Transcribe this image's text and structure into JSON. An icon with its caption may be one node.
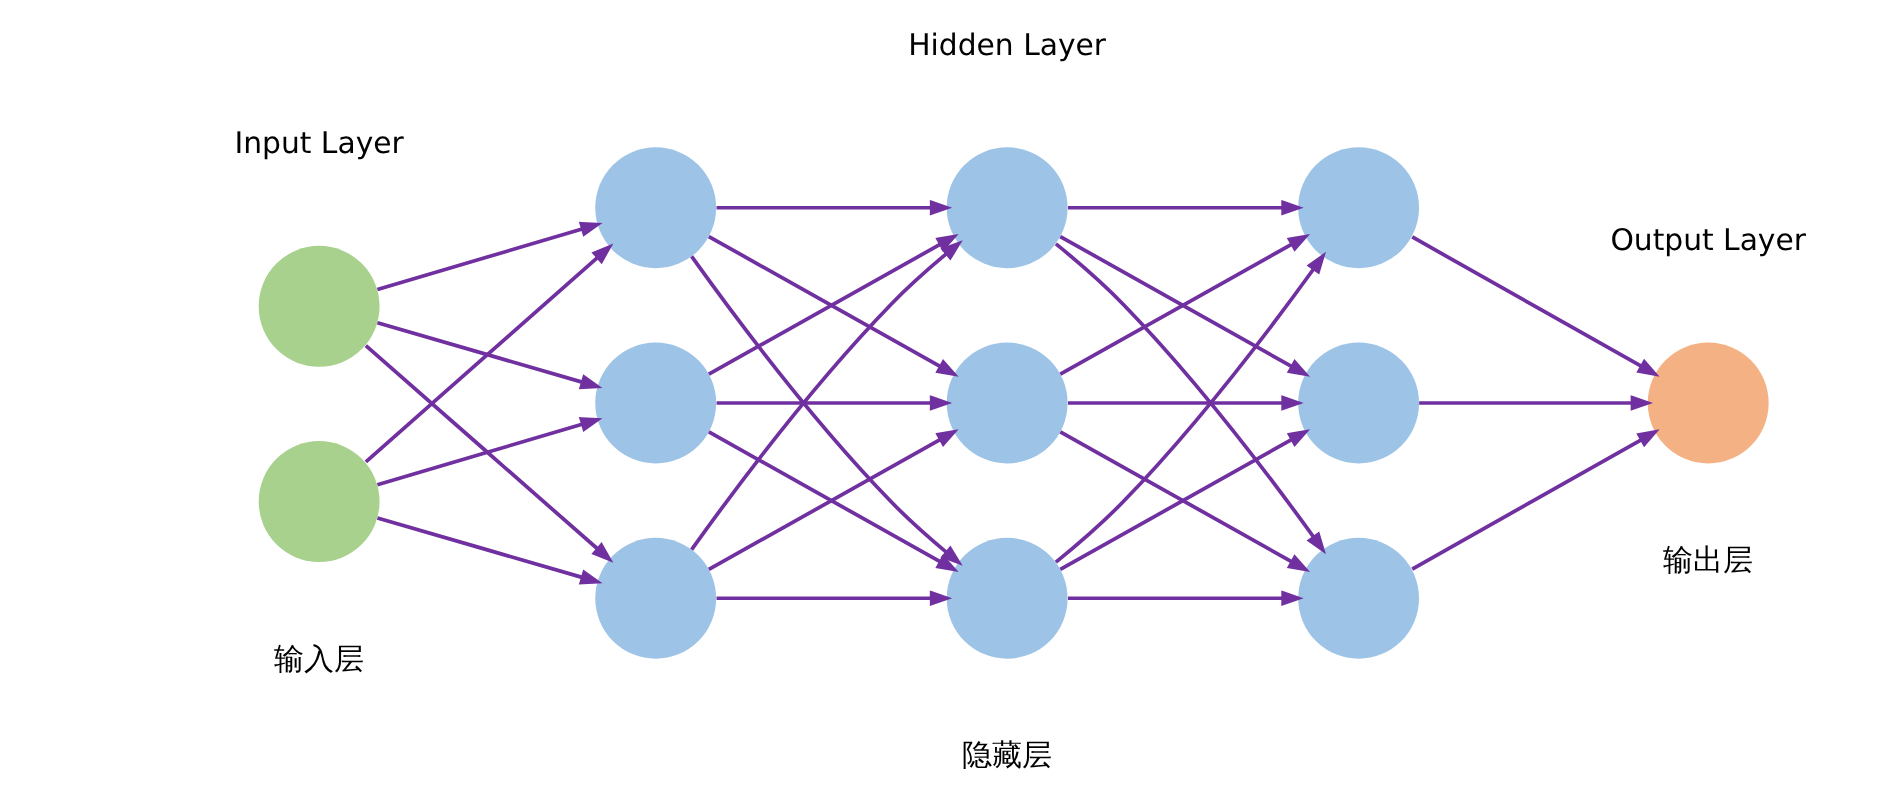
{
  "diagram": {
    "nodes": [
      {
        "text": [],
        "shape": "circle"
      },
      {
        "text": [],
        "shape": "circle"
      },
      {
        "text": [],
        "shape": "circle"
      },
      {
        "text": [],
        "shape": "circle"
      },
      {
        "text": [],
        "shape": "circle"
      },
      {
        "text": [],
        "shape": "circle"
      },
      {
        "text": [],
        "shape": "circle"
      },
      {
        "text": [],
        "shape": "circle"
      },
      {
        "text": [],
        "shape": "circle"
      },
      {
        "text": [],
        "shape": "circle"
      },
      {
        "text": [],
        "shape": "circle"
      },
      {
        "text": [],
        "shape": "circle"
      }
    ],
    "edges": [
      {
        "from": 0,
        "to": 2,
        "arrow": "to"
      },
      {
        "from": 0,
        "to": 3,
        "arrow": "to"
      },
      {
        "from": 0,
        "to": 4,
        "arrow": "to"
      },
      {
        "from": 1,
        "to": 2,
        "arrow": "to"
      },
      {
        "from": 1,
        "to": 3,
        "arrow": "to"
      },
      {
        "from": 1,
        "to": 4,
        "arrow": "to"
      },
      {
        "from": 2,
        "to": 5,
        "arrow": "to"
      },
      {
        "from": 2,
        "to": 6,
        "arrow": "to"
      },
      {
        "from": 2,
        "to": 7,
        "arrow": "to"
      },
      {
        "from": 3,
        "to": 5,
        "arrow": "to"
      },
      {
        "from": 3,
        "to": 6,
        "arrow": "to"
      },
      {
        "from": 3,
        "to": 7,
        "arrow": "to"
      },
      {
        "from": 4,
        "to": 5,
        "arrow": "to"
      },
      {
        "from": 4,
        "to": 6,
        "arrow": "to"
      },
      {
        "from": 4,
        "to": 7,
        "arrow": "to"
      },
      {
        "from": 5,
        "to": 8,
        "arrow": "to"
      },
      {
        "from": 5,
        "to": 9,
        "arrow": "to"
      },
      {
        "from": 5,
        "to": 10,
        "arrow": "to"
      },
      {
        "from": 6,
        "to": 8,
        "arrow": "to"
      },
      {
        "from": 6,
        "to": 9,
        "arrow": "to"
      },
      {
        "from": 6,
        "to": 10,
        "arrow": "to"
      },
      {
        "from": 7,
        "to": 8,
        "arrow": "to"
      },
      {
        "from": 7,
        "to": 9,
        "arrow": "to"
      },
      {
        "from": 7,
        "to": 10,
        "arrow": "to"
      },
      {
        "from": 8,
        "to": 11,
        "arrow": "to"
      },
      {
        "from": 9,
        "to": 11,
        "arrow": "to"
      },
      {
        "from": 10,
        "to": 11,
        "arrow": "to"
      }
    ],
    "labels": [
      "输入层",
      "Input Layer",
      "隐藏层",
      "Hidden Layer",
      "输出层",
      "Output Layer"
    ]
  }
}
